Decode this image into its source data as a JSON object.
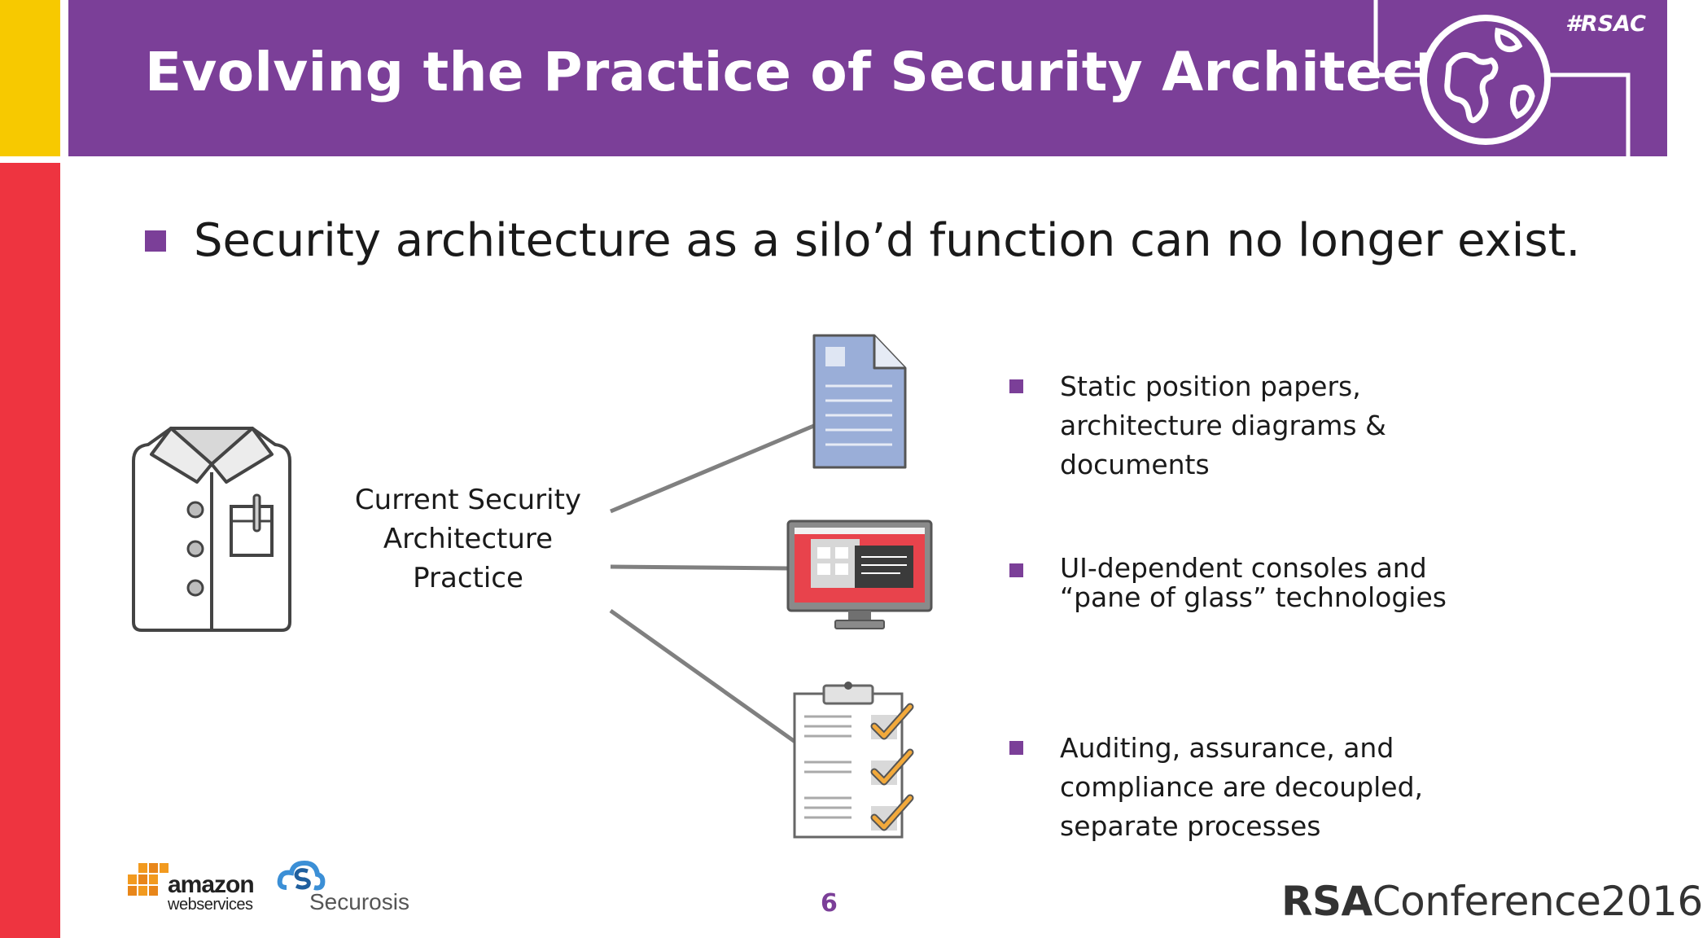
{
  "slide": {
    "title": "Evolving the Practice of Security Architecture",
    "hashtag": "#RSAC",
    "main_bullet": "Security architecture as a silo’d function can no longer exist.",
    "practice_label": "Current Security\nArchitecture\nPractice",
    "bullets": [
      {
        "text": "Static position papers,\narchitecture diagrams &\ndocuments",
        "icon": "document-icon"
      },
      {
        "text": "UI-dependent consoles and\n“pane of glass” technologies",
        "icon": "monitor-icon"
      },
      {
        "text": "Auditing, assurance, and\ncompliance are decoupled,\nseparate processes",
        "icon": "clipboard-checklist-icon"
      }
    ],
    "page_number": "6"
  },
  "footer": {
    "aws_line1": "amazon",
    "aws_line2": "webservices",
    "securosis": "Securosis",
    "rsa_bold": "RSA",
    "rsa_rest": "Conference2016"
  },
  "colors": {
    "purple": "#7b3f98",
    "yellow": "#f7c900",
    "red": "#ee3440",
    "doc_blue": "#9aaed8",
    "screen_red": "#e8434c",
    "check_orange": "#f2a93b"
  }
}
